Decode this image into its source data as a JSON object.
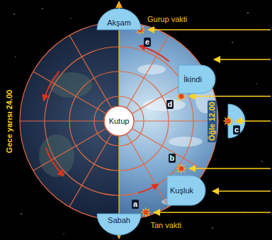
{
  "diagram": {
    "nodes": [
      {
        "text": [
          "Akşam"
        ]
      },
      {
        "text": [
          "İkindi"
        ]
      },
      {
        "text": [
          "Kutup"
        ]
      },
      {
        "text": [
          "Kuşluk"
        ]
      },
      {
        "text": [
          "Sabah"
        ]
      }
    ],
    "labels": [
      "Gurup vakti",
      "e",
      "d",
      "Gece yarısı 24.00",
      "Öğle 12.00",
      "c",
      "b",
      "a",
      "Tan vakti"
    ]
  }
}
